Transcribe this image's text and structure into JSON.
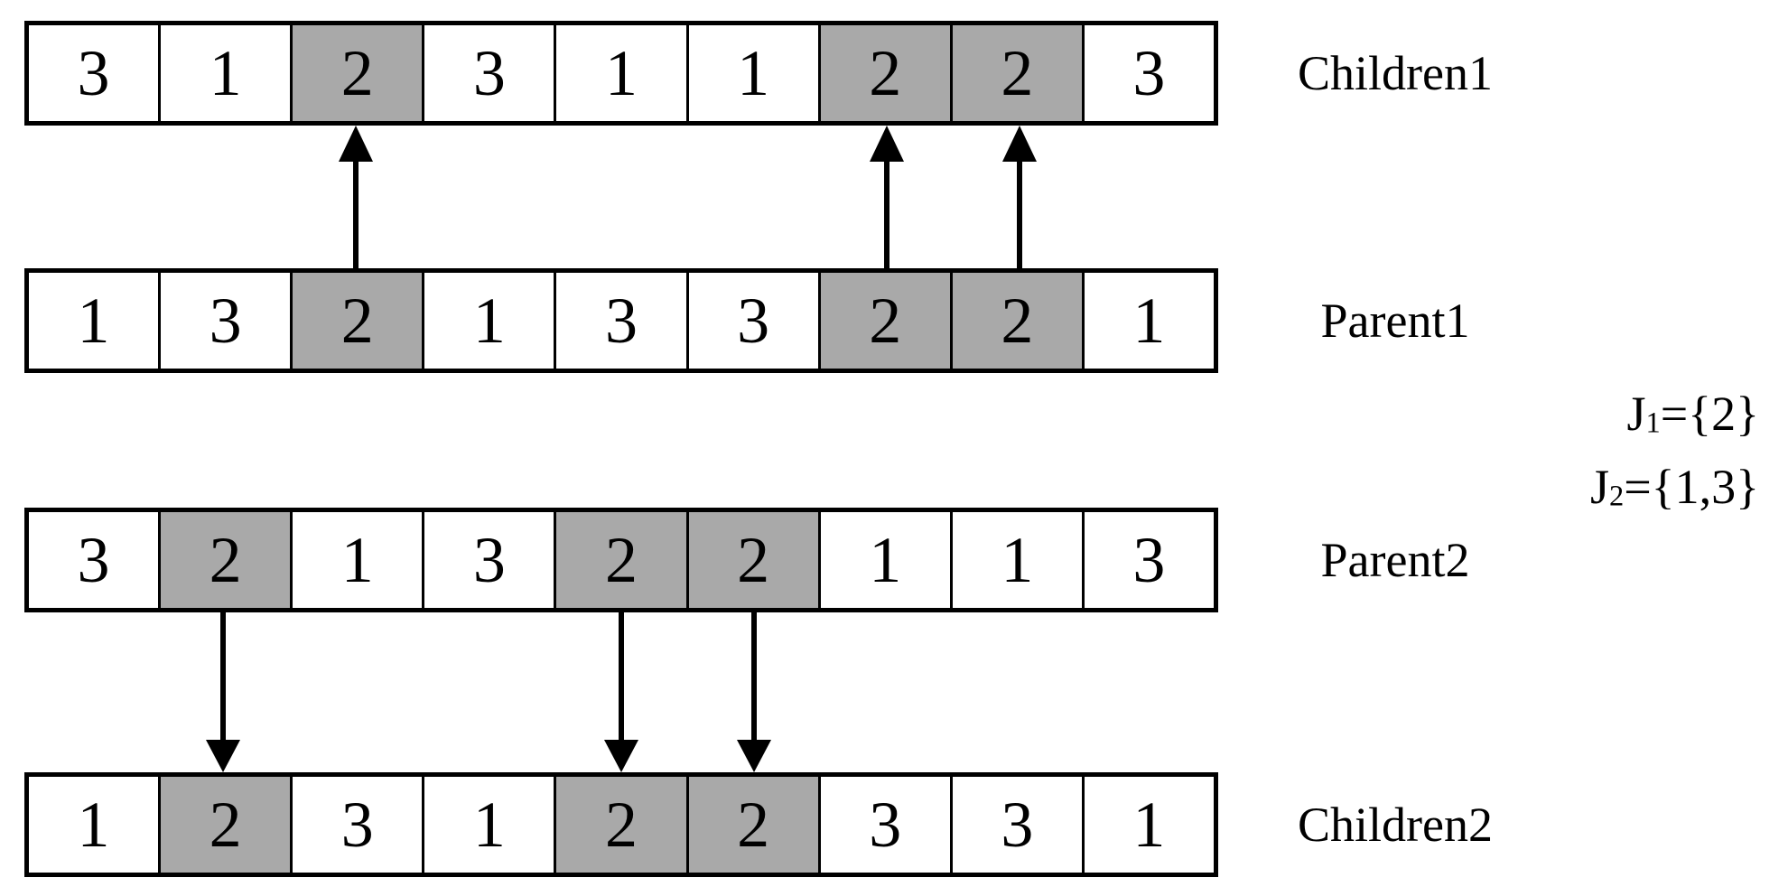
{
  "colors": {
    "highlight": "#a9a9a9",
    "line": "#000000",
    "background": "#ffffff"
  },
  "rows": [
    {
      "id": "children1",
      "label": "Children1",
      "values": [
        "3",
        "1",
        "2",
        "3",
        "1",
        "1",
        "2",
        "2",
        "3"
      ],
      "highlighted_indices": [
        2,
        6,
        7
      ]
    },
    {
      "id": "parent1",
      "label": "Parent1",
      "values": [
        "1",
        "3",
        "2",
        "1",
        "3",
        "3",
        "2",
        "2",
        "1"
      ],
      "highlighted_indices": [
        2,
        6,
        7
      ]
    },
    {
      "id": "parent2",
      "label": "Parent2",
      "values": [
        "3",
        "2",
        "1",
        "3",
        "2",
        "2",
        "1",
        "1",
        "3"
      ],
      "highlighted_indices": [
        1,
        4,
        5
      ]
    },
    {
      "id": "children2",
      "label": "Children2",
      "values": [
        "1",
        "2",
        "3",
        "1",
        "2",
        "2",
        "3",
        "3",
        "1"
      ],
      "highlighted_indices": [
        1,
        4,
        5
      ]
    }
  ],
  "arrows": {
    "up": {
      "from": "parent1",
      "to": "children1",
      "direction": "up",
      "columns": [
        3,
        7,
        8
      ]
    },
    "down": {
      "from": "parent2",
      "to": "children2",
      "direction": "down",
      "columns": [
        2,
        5,
        6
      ]
    }
  },
  "annotations": {
    "j1": {
      "base": "J",
      "sub": "1",
      "rest": "={2}"
    },
    "j2": {
      "base": "J",
      "sub": "2",
      "rest": "={1,3}"
    }
  }
}
